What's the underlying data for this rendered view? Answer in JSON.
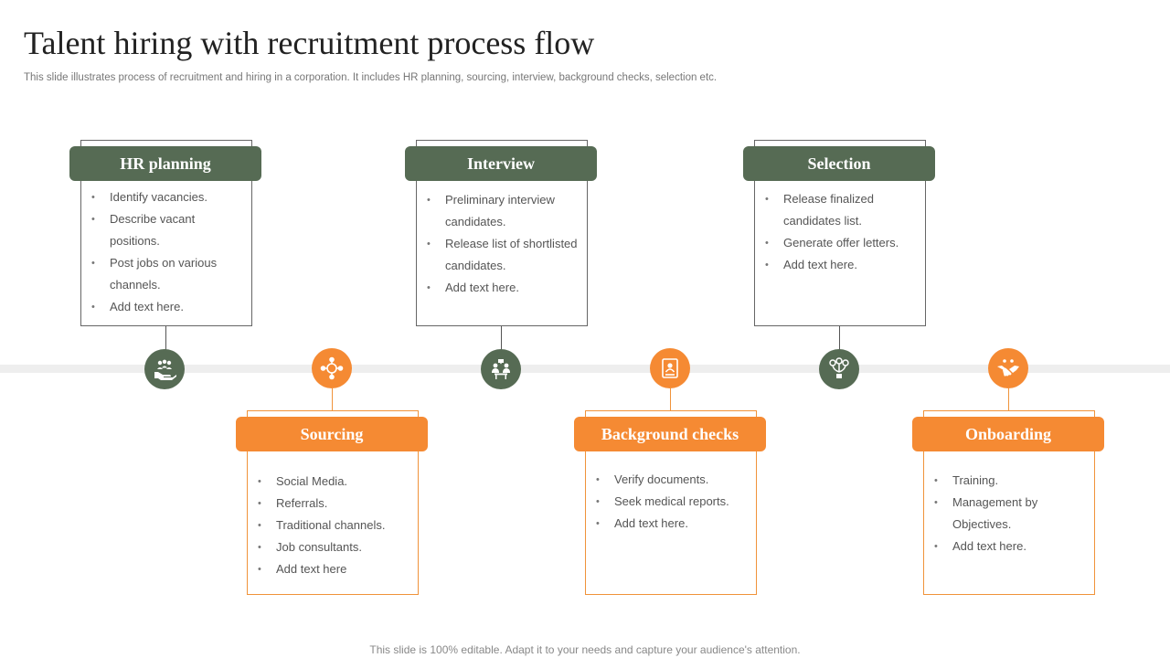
{
  "title": "Talent hiring with recruitment process flow",
  "subtitle": "This slide illustrates process of recruitment and hiring in a corporation. It includes HR planning, sourcing, interview, background checks, selection etc.",
  "footer": "This slide is 100% editable. Adapt it to your needs and capture your audience's attention.",
  "steps": [
    {
      "label": "HR planning",
      "icon": "hand-people-icon",
      "color": "#566b54",
      "items": [
        "Identify vacancies.",
        "Describe vacant positions.",
        "Post jobs on various channels.",
        "Add text here."
      ]
    },
    {
      "label": "Sourcing",
      "icon": "network-people-icon",
      "color": "#f58a33",
      "items": [
        "Social Media.",
        "Referrals.",
        "Traditional channels.",
        "Job consultants.",
        "Add text here"
      ]
    },
    {
      "label": "Interview",
      "icon": "interview-icon",
      "color": "#566b54",
      "items": [
        "Preliminary interview candidates.",
        "Release list of shortlisted candidates.",
        "Add text here."
      ]
    },
    {
      "label": "Background checks",
      "icon": "document-check-icon",
      "color": "#f58a33",
      "items": [
        "Verify documents.",
        "Seek medical reports.",
        "Add text here."
      ]
    },
    {
      "label": "Selection",
      "icon": "selection-tree-icon",
      "color": "#566b54",
      "items": [
        "Release finalized candidates list.",
        "Generate offer letters.",
        "Add text here."
      ]
    },
    {
      "label": "Onboarding",
      "icon": "handshake-icon",
      "color": "#f58a33",
      "items": [
        "Training.",
        "Management by Objectives.",
        "Add text here."
      ]
    }
  ]
}
